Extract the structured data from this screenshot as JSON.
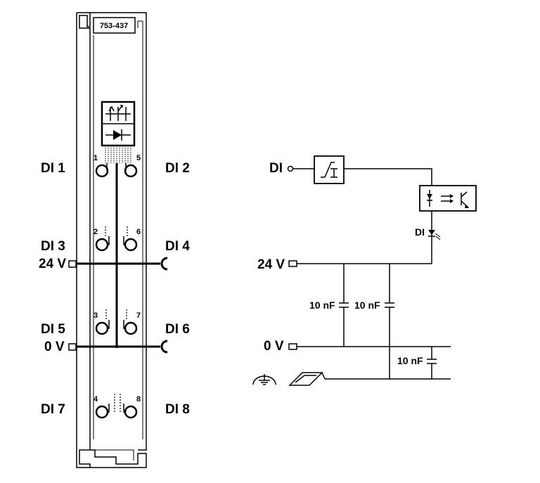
{
  "module": {
    "part_number": "753-437",
    "left_labels": [
      "DI 1",
      "DI 3",
      "24 V",
      "DI 5",
      "0 V",
      "DI 7"
    ],
    "right_labels": [
      "DI 2",
      "DI 4",
      "DI 6",
      "DI 8"
    ],
    "pin_numbers": [
      "1",
      "5",
      "2",
      "6",
      "3",
      "7",
      "4",
      "8"
    ]
  },
  "schematic": {
    "input_label": "DI",
    "led_label": "DI",
    "supply_24v": "24 V",
    "supply_0v": "0 V",
    "capacitors": [
      "10 nF",
      "10 nF",
      "10 nF"
    ]
  }
}
